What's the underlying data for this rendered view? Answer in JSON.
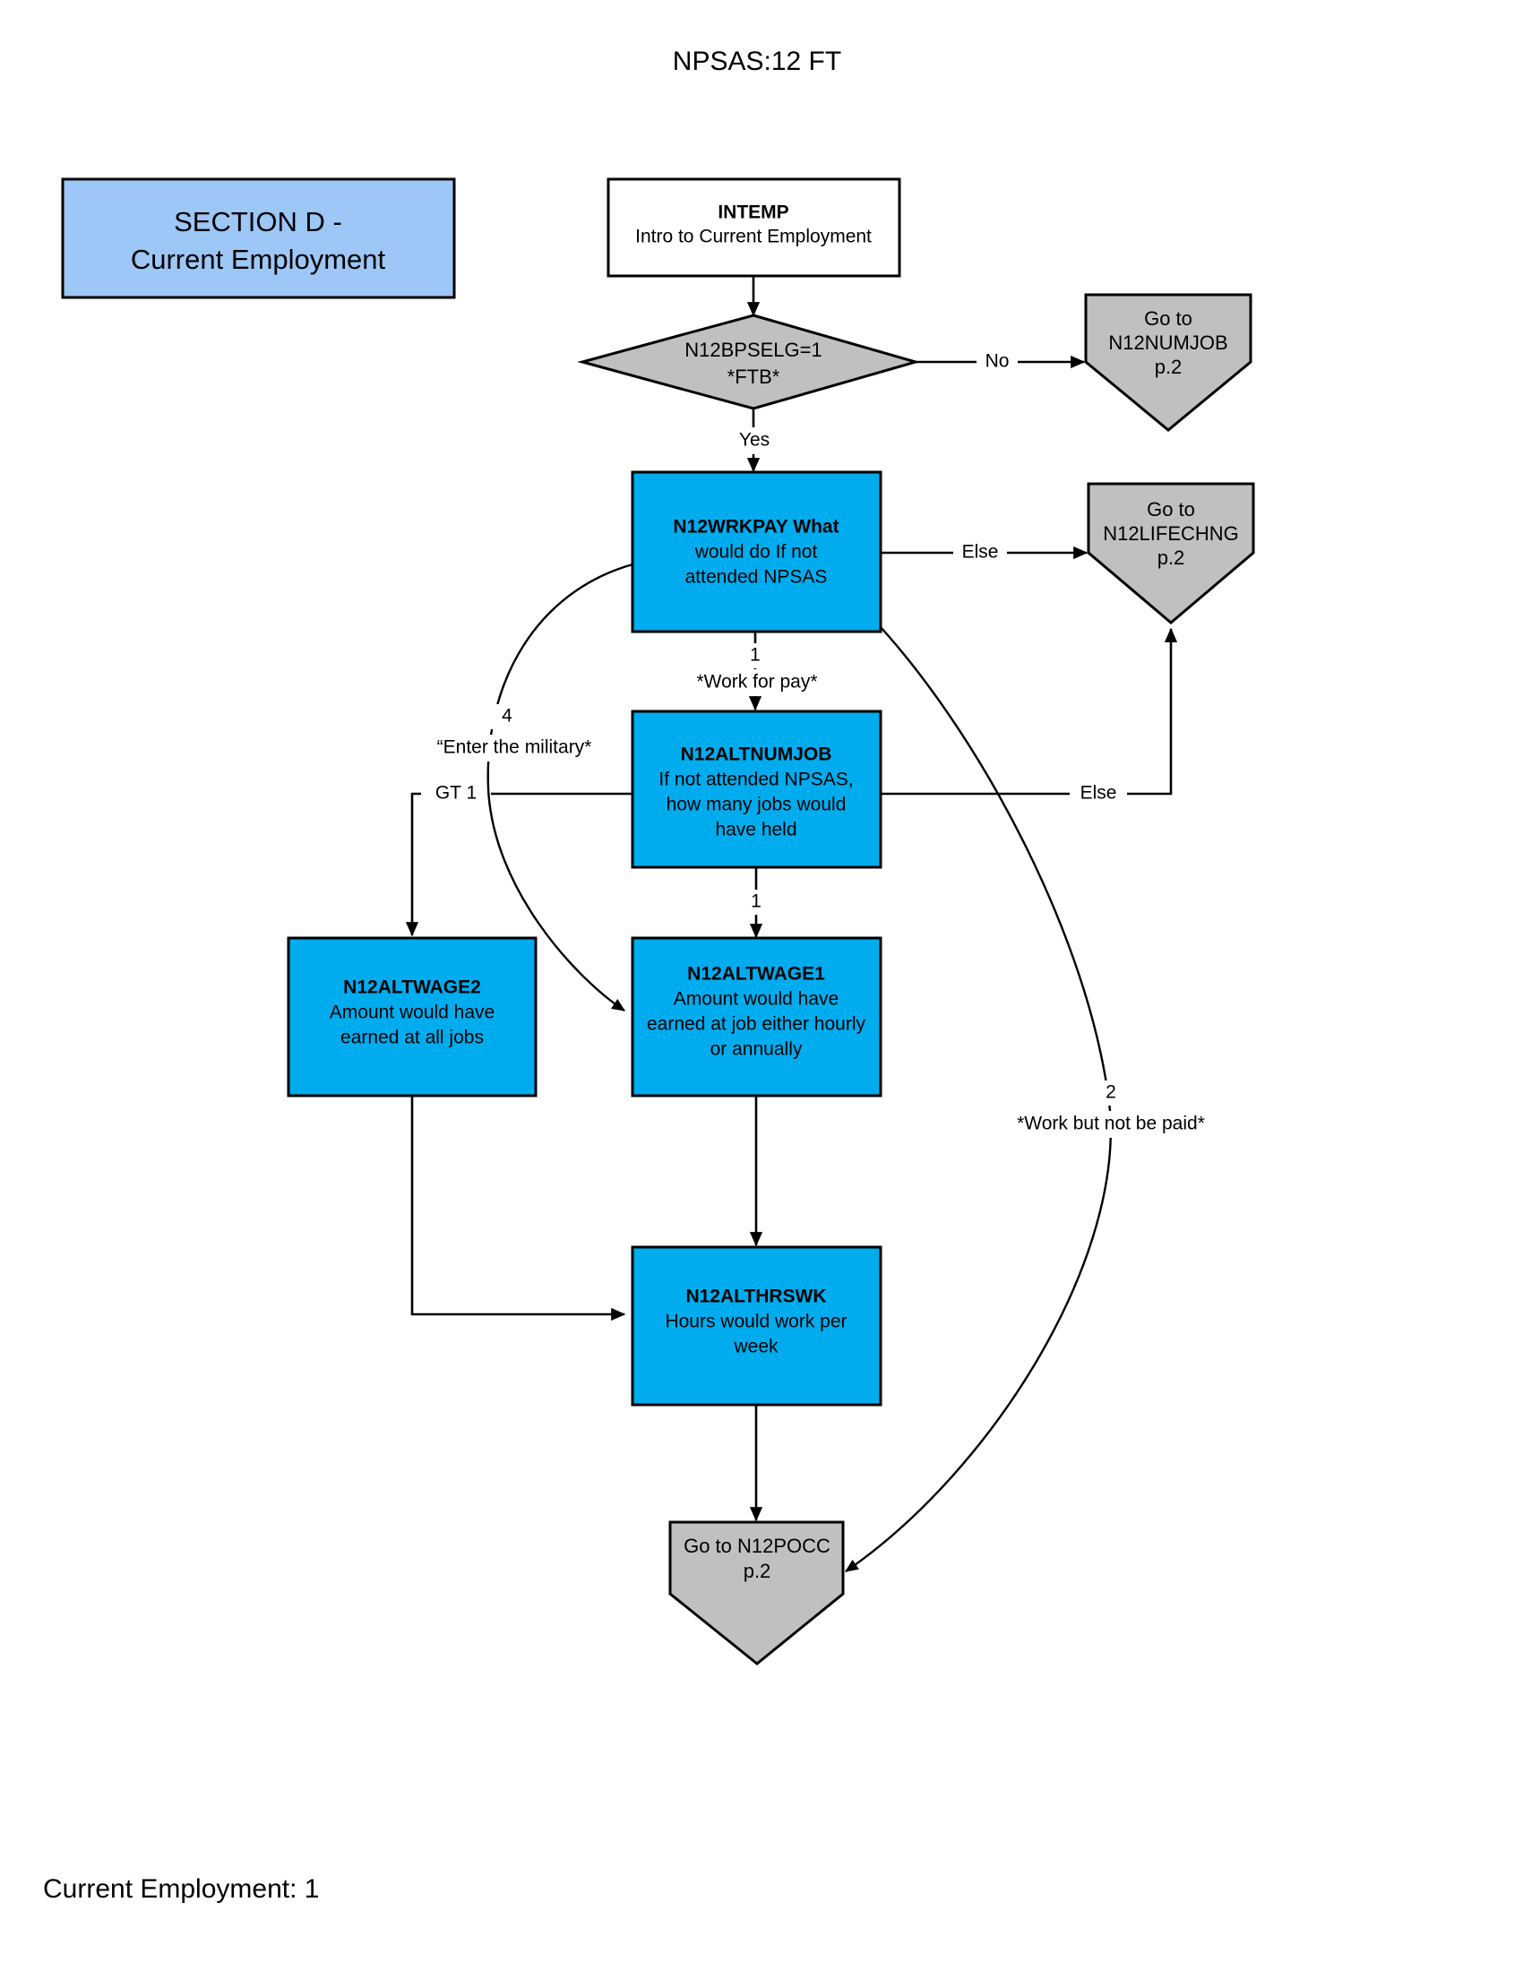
{
  "page": {
    "title": "NPSAS:12 FT",
    "footer": "Current Employment: 1",
    "background": "#ffffff"
  },
  "colors": {
    "section_box": "#9CC7F7",
    "question_box": "#00ACEE",
    "terminator": "#C0C0C0",
    "intro_box": "#FFFFFF",
    "line": "#000000"
  },
  "section_banner": {
    "line1": "SECTION D -",
    "line2": "Current Employment"
  },
  "nodes": {
    "intemp": {
      "id": "INTEMP",
      "text": "Intro to Current Employment",
      "shape": "rect",
      "fill": "#FFFFFF"
    },
    "bpselg": {
      "line1": "N12BPSELG=1",
      "line2": "*FTB*",
      "shape": "diamond",
      "fill": "#C0C0C0"
    },
    "goto_numjob": {
      "line1": "Go to",
      "line2": "N12NUMJOB",
      "line3": "p.2",
      "shape": "terminator",
      "fill": "#C0C0C0"
    },
    "goto_lifechng": {
      "line1": "Go to",
      "line2": "N12LIFECHNG",
      "line3": "p.2",
      "shape": "terminator",
      "fill": "#C0C0C0"
    },
    "goto_pocc": {
      "line1": "Go to N12POCC",
      "line2": "p.2",
      "shape": "terminator",
      "fill": "#C0C0C0"
    },
    "wrkpay": {
      "id": "N12WRKPAY",
      "line1": "N12WRKPAY What",
      "line2": "would do If not",
      "line3": "attended NPSAS",
      "shape": "rect",
      "fill": "#00ACEE"
    },
    "altnumjob": {
      "id": "N12ALTNUMJOB",
      "line1": "If not attended NPSAS,",
      "line2": "how many jobs would",
      "line3": "have held",
      "shape": "rect",
      "fill": "#00ACEE"
    },
    "altwage2": {
      "id": "N12ALTWAGE2",
      "line1": "Amount would have",
      "line2": "earned at all jobs",
      "shape": "rect",
      "fill": "#00ACEE"
    },
    "altwage1": {
      "id": "N12ALTWAGE1",
      "line1": "Amount would have",
      "line2": "earned at job either hourly",
      "line3": "or annually",
      "shape": "rect",
      "fill": "#00ACEE"
    },
    "althrswk": {
      "id": "N12ALTHRSWK",
      "line1": "Hours would work per",
      "line2": "week",
      "shape": "rect",
      "fill": "#00ACEE"
    }
  },
  "edge_labels": {
    "no": "No",
    "yes": "Yes",
    "else_wrkpay": "Else",
    "else_altnumjob": "Else",
    "one_workforpay_num": "1",
    "one_workforpay_text": "*Work for pay*",
    "four_military_num": "4",
    "four_military_text": "“Enter the military*",
    "gt1": "GT 1",
    "one_to_wage1": "1",
    "two_notpaid_num": "2",
    "two_notpaid_text": "*Work but not be paid*"
  }
}
